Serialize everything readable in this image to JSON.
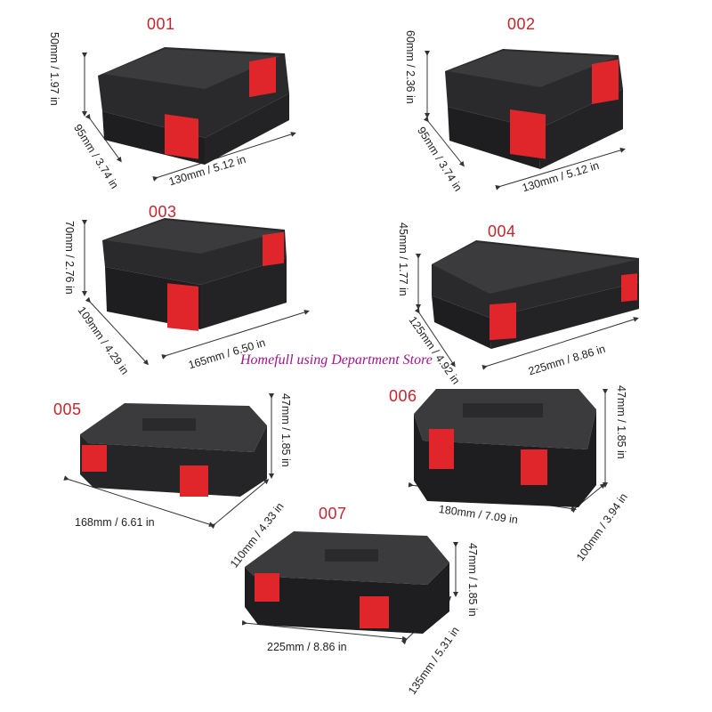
{
  "watermark": "Homefull using Department Store",
  "colors": {
    "case_body": "#2b2b2d",
    "case_top": "#3a3a3c",
    "latch": "#e0262a",
    "label": "#c2272d",
    "watermark": "#a0158a"
  },
  "products": [
    {
      "id": "001",
      "height": "50mm / 1.97 in",
      "depth": "95mm / 3.74 in",
      "length": "130mm / 5.12 in"
    },
    {
      "id": "002",
      "height": "60mm / 2.36 in",
      "depth": "95mm / 3.74 in",
      "length": "130mm / 5.12 in"
    },
    {
      "id": "003",
      "height": "70mm / 2.76 in",
      "depth": "109mm / 4.29 in",
      "length": "165mm / 6.50 in"
    },
    {
      "id": "004",
      "height": "45mm / 1.77 in",
      "depth": "125mm / 4.92 in",
      "length": "225mm / 8.86 in"
    },
    {
      "id": "005",
      "height": "47mm / 1.85 in",
      "depth": "110mm / 4.33 in",
      "length": "168mm / 6.61 in"
    },
    {
      "id": "006",
      "height": "47mm / 1.85 in",
      "depth": "100mm / 3.94 in",
      "length": "180mm / 7.09 in"
    },
    {
      "id": "007",
      "height": "47mm / 1.85 in",
      "depth": "135mm / 5.31 in",
      "length": "225mm / 8.86 in"
    }
  ]
}
